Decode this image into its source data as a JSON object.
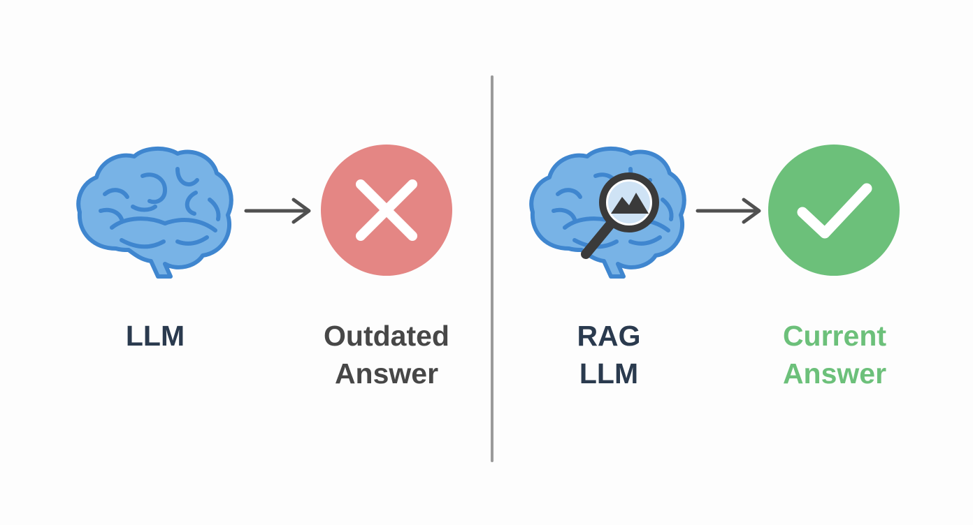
{
  "left_panel": {
    "source_label": "LLM",
    "result_label_line1": "Outdated",
    "result_label_line2": "Answer",
    "source_icon": "brain-icon",
    "arrow_icon": "arrow-right-icon",
    "result_icon": "x-mark-icon"
  },
  "right_panel": {
    "source_label_line1": "RAG",
    "source_label_line2": "LLM",
    "result_label_line1": "Current",
    "result_label_line2": "Answer",
    "source_icon": "brain-with-magnifier-icon",
    "arrow_icon": "arrow-right-icon",
    "result_icon": "checkmark-icon"
  },
  "colors": {
    "brain_fill": "#78b3e6",
    "brain_stroke": "#3f86cf",
    "arrow": "#505050",
    "negative_circle": "#e48684",
    "positive_circle": "#6cc07a",
    "positive_text": "#6cc07a",
    "dark_text": "#2a3a4e",
    "neutral_text": "#474747",
    "divider": "#9a9a9a"
  }
}
